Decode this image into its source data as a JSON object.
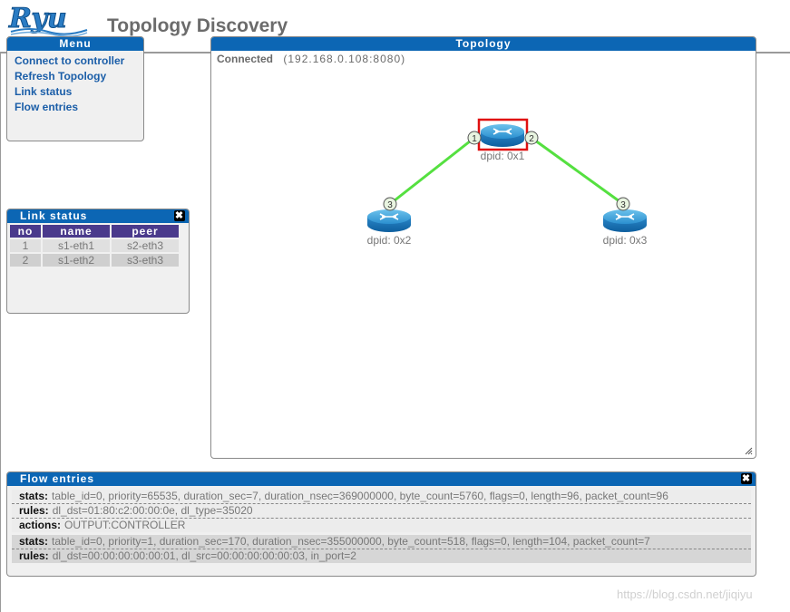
{
  "app": {
    "logo_text": "Ryu",
    "title": "Topology Discovery"
  },
  "menu": {
    "title": "Menu",
    "items": [
      {
        "label": "Connect to controller"
      },
      {
        "label": "Refresh Topology"
      },
      {
        "label": "Link status"
      },
      {
        "label": "Flow entries"
      }
    ]
  },
  "topology": {
    "title": "Topology",
    "connection_status": "Connected",
    "controller_address": "(192.168.0.108:8080)",
    "switches": [
      {
        "label": "dpid: 0x1",
        "selected": true
      },
      {
        "label": "dpid: 0x2",
        "selected": false
      },
      {
        "label": "dpid: 0x3",
        "selected": false
      }
    ],
    "ports": [
      "1",
      "2",
      "3",
      "3"
    ],
    "link_color": "#55e040",
    "selection_color": "#e01010"
  },
  "link_status": {
    "title": "Link status",
    "columns": [
      "no",
      "name",
      "peer"
    ],
    "rows": [
      [
        "1",
        "s1-eth1",
        "s2-eth3"
      ],
      [
        "2",
        "s1-eth2",
        "s3-eth3"
      ]
    ]
  },
  "flow_entries": {
    "title": "Flow entries",
    "entries": [
      [
        {
          "key": "stats:",
          "value": "table_id=0, priority=65535, duration_sec=7, duration_nsec=369000000, byte_count=5760, flags=0, length=96, packet_count=96"
        },
        {
          "key": "rules:",
          "value": "dl_dst=01:80:c2:00:00:0e, dl_type=35020"
        },
        {
          "key": "actions:",
          "value": "OUTPUT:CONTROLLER"
        }
      ],
      [
        {
          "key": "stats:",
          "value": "table_id=0, priority=1, duration_sec=170, duration_nsec=355000000, byte_count=518, flags=0, length=104, packet_count=7"
        },
        {
          "key": "rules:",
          "value": "dl_dst=00:00:00:00:00:01, dl_src=00:00:00:00:00:03, in_port=2"
        }
      ]
    ]
  },
  "watermark": "https://blog.csdn.net/jiqiyu",
  "colors": {
    "header_blue": "#0c66b4",
    "table_header": "#4a3a8c",
    "menu_link": "#1b5ea8"
  }
}
